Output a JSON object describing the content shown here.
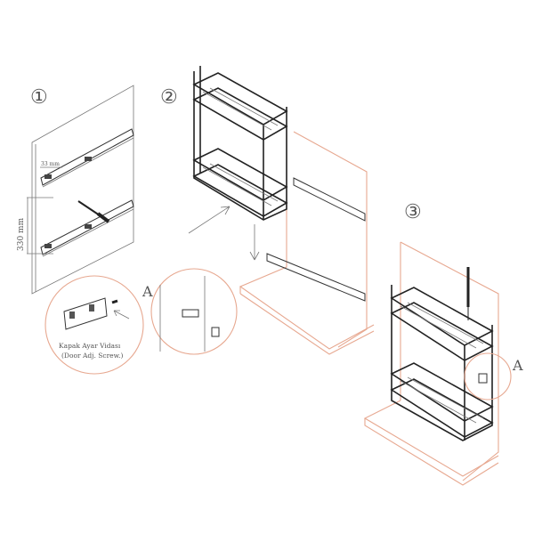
{
  "steps": {
    "one": "①",
    "two": "②",
    "three": "③"
  },
  "dimensions": {
    "rail_offset": "33 mm",
    "rail_spacing": "330 mm"
  },
  "detail_labels": {
    "a1": "A",
    "a2": "A"
  },
  "caption": {
    "tr": "Kapak Ayar Vidası",
    "en": "(Door Adj. Screw.)"
  },
  "colors": {
    "cabinet_outline": "#e7a890",
    "line": "#333333"
  }
}
